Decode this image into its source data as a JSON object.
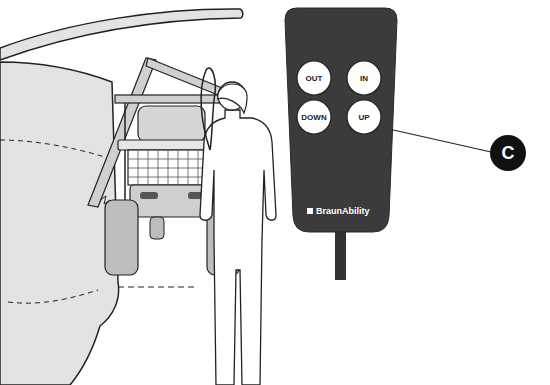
{
  "diagram": {
    "nodes": [
      {
        "text": [
          "BraunAbility"
        ]
      },
      {
        "text": [
          "OUT"
        ],
        "in": 0
      },
      {
        "text": [
          "IN"
        ],
        "in": 0
      },
      {
        "text": [
          "DOWN"
        ],
        "in": 0
      },
      {
        "text": [
          "UP"
        ],
        "in": 0
      }
    ],
    "labels": [
      "C"
    ]
  }
}
